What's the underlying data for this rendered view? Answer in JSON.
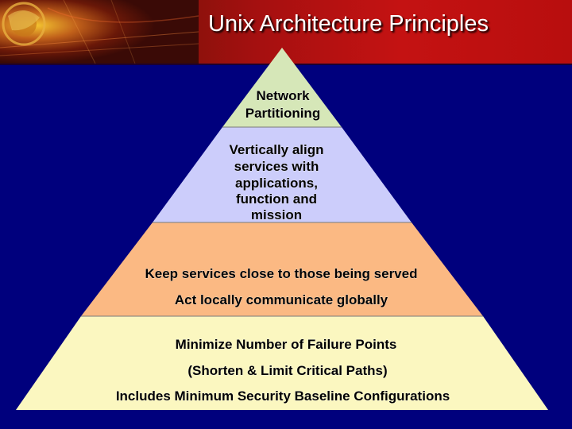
{
  "title": "Unix Architecture Principles",
  "colors": {
    "background": "#00007d",
    "tier1": "#d6e7b8",
    "tier2": "#cccdfb",
    "tier3": "#fbb983",
    "tier4": "#fbf7c0",
    "divider": "#7a7a7a"
  },
  "pyramid": {
    "tier1": {
      "lines": [
        "Network",
        "Partitioning"
      ]
    },
    "tier2": {
      "lines": [
        "Vertically align",
        "services with",
        "applications,",
        "function and",
        "mission"
      ]
    },
    "tier3": {
      "lines": [
        "Keep services close to those being served",
        "Act locally communicate globally"
      ]
    },
    "tier4": {
      "lines": [
        "Minimize Number of Failure Points",
        "(Shorten & Limit Critical Paths)",
        "Includes Minimum Security Baseline Configurations"
      ]
    }
  }
}
